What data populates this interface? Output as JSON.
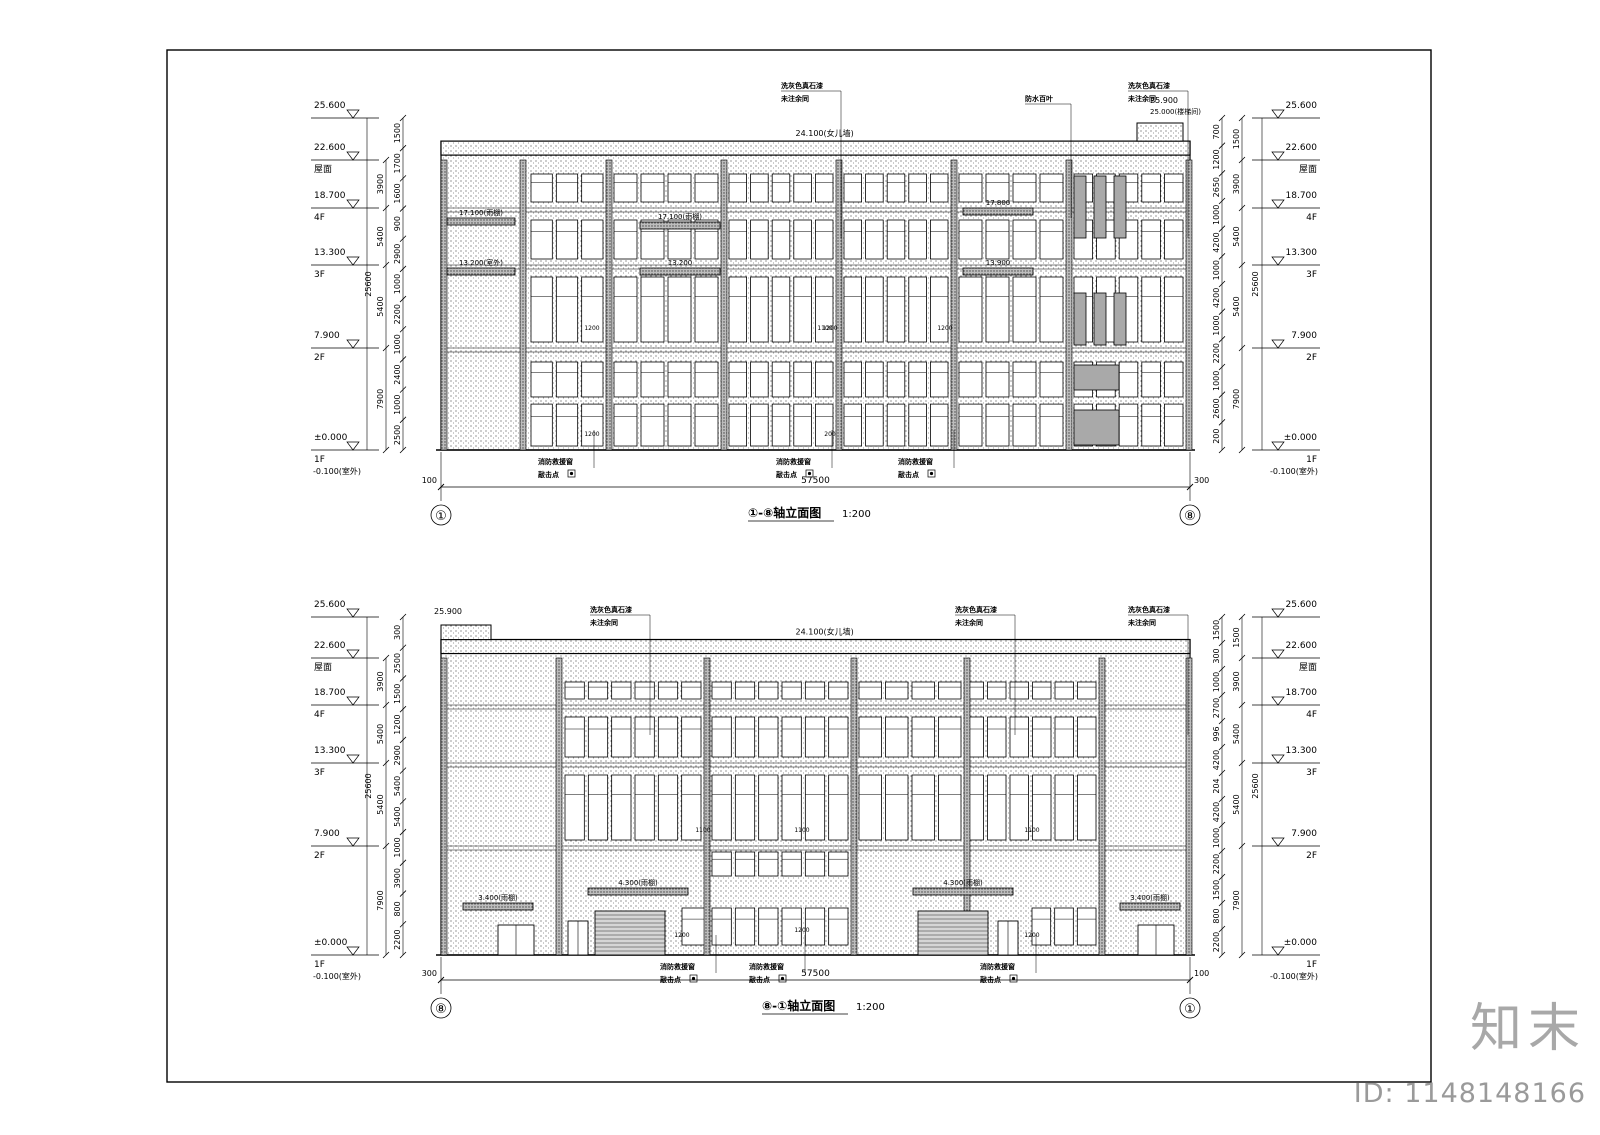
{
  "watermark": {
    "logo": "知末",
    "id": "ID: 1148148166"
  },
  "elevations": [
    {
      "title": "①-⑧轴立面图",
      "scale": "1:200",
      "axis_left": "①",
      "axis_right": "⑧",
      "total_width": "57500",
      "edge_left_dim": "100",
      "edge_right_dim": "300",
      "parapet": "24.100(女儿墙)",
      "roof_box": "25.900",
      "roof_box2": "25.000(楼梯间)",
      "levels_left": [
        {
          "label": "25.600",
          "floor": ""
        },
        {
          "label": "22.600",
          "floor": "屋面"
        },
        {
          "label": "18.700",
          "floor": "4F"
        },
        {
          "label": "13.300",
          "floor": "3F"
        },
        {
          "label": "7.900",
          "floor": "2F"
        },
        {
          "label": "±0.000",
          "floor": "1F"
        }
      ],
      "ground_out": "-0.100(室外)",
      "left_dims_outer": [
        "3900",
        "5400",
        "5400",
        "7900"
      ],
      "left_dims_inner": [
        "1500",
        "1700",
        "1600",
        "900",
        "2900",
        "1000",
        "2200",
        "1000",
        "2400",
        "1000",
        "2500"
      ],
      "right_dims_outer": [
        "1500",
        "3900",
        "5400",
        "5400",
        "7900"
      ],
      "right_dims_inner": [
        "700",
        "1200",
        "2650",
        "1000",
        "4200",
        "1000",
        "4200",
        "1000",
        "2200",
        "1000",
        "2600",
        "200"
      ],
      "total_height": "25600",
      "notes_top": [
        "洗灰色真石漆",
        "未注余同"
      ],
      "note_louver": "防水百叶",
      "notes_top_right": [
        "洗灰色真石漆",
        "未注余同"
      ],
      "canopy_labels": [
        "17.100(雨棚)",
        "17.100(雨棚)",
        "17.800",
        "13.200(室外)",
        "13.200",
        "13.900"
      ],
      "fire_labels": [
        "消防救援窗",
        "消防救援窗",
        "消防救援窗"
      ],
      "strike_labels": [
        "敲击点",
        "敲击点",
        "敲击点"
      ],
      "small_dims": [
        "1200",
        "1200",
        "1200",
        "1200",
        "1100",
        "200"
      ]
    },
    {
      "title": "⑧-①轴立面图",
      "scale": "1:200",
      "axis_left": "⑧",
      "axis_right": "①",
      "total_width": "57500",
      "edge_left_dim": "300",
      "edge_right_dim": "100",
      "parapet": "24.100(女儿墙)",
      "roof_box": "25.900",
      "levels_left": [
        {
          "label": "25.600",
          "floor": ""
        },
        {
          "label": "22.600",
          "floor": "屋面"
        },
        {
          "label": "18.700",
          "floor": "4F"
        },
        {
          "label": "13.300",
          "floor": "3F"
        },
        {
          "label": "7.900",
          "floor": "2F"
        },
        {
          "label": "±0.000",
          "floor": "1F"
        }
      ],
      "ground_out": "-0.100(室外)",
      "left_dims_outer": [
        "3900",
        "5400",
        "5400",
        "7900"
      ],
      "left_dims_inner": [
        "300",
        "2500",
        "1500",
        "1200",
        "2900",
        "5400",
        "5400",
        "1000",
        "3900",
        "800",
        "2200"
      ],
      "right_dims_outer": [
        "1500",
        "3900",
        "5400",
        "5400",
        "7900"
      ],
      "right_dims_inner": [
        "1500",
        "300",
        "1000",
        "2700",
        "996",
        "4200",
        "204",
        "4200",
        "1000",
        "2200",
        "1500",
        "800",
        "2200"
      ],
      "total_height": "25600",
      "notes_top": [
        "洗灰色真石漆",
        "未注余同"
      ],
      "notes_top_mid": [
        "洗灰色真石漆",
        "未注余同"
      ],
      "notes_top_right": [
        "洗灰色真石漆",
        "未注余同"
      ],
      "canopy_labels": [
        "3.400(雨棚)",
        "4.300(雨棚)",
        "4.300(雨棚)",
        "3.400(雨棚)"
      ],
      "fire_labels": [
        "消防救援窗",
        "消防救援窗",
        "消防救援窗"
      ],
      "strike_labels": [
        "敲击点",
        "敲击点",
        "敲击点"
      ],
      "small_dims": [
        "1100",
        "1100",
        "1100",
        "1200",
        "1200",
        "1200"
      ]
    }
  ]
}
